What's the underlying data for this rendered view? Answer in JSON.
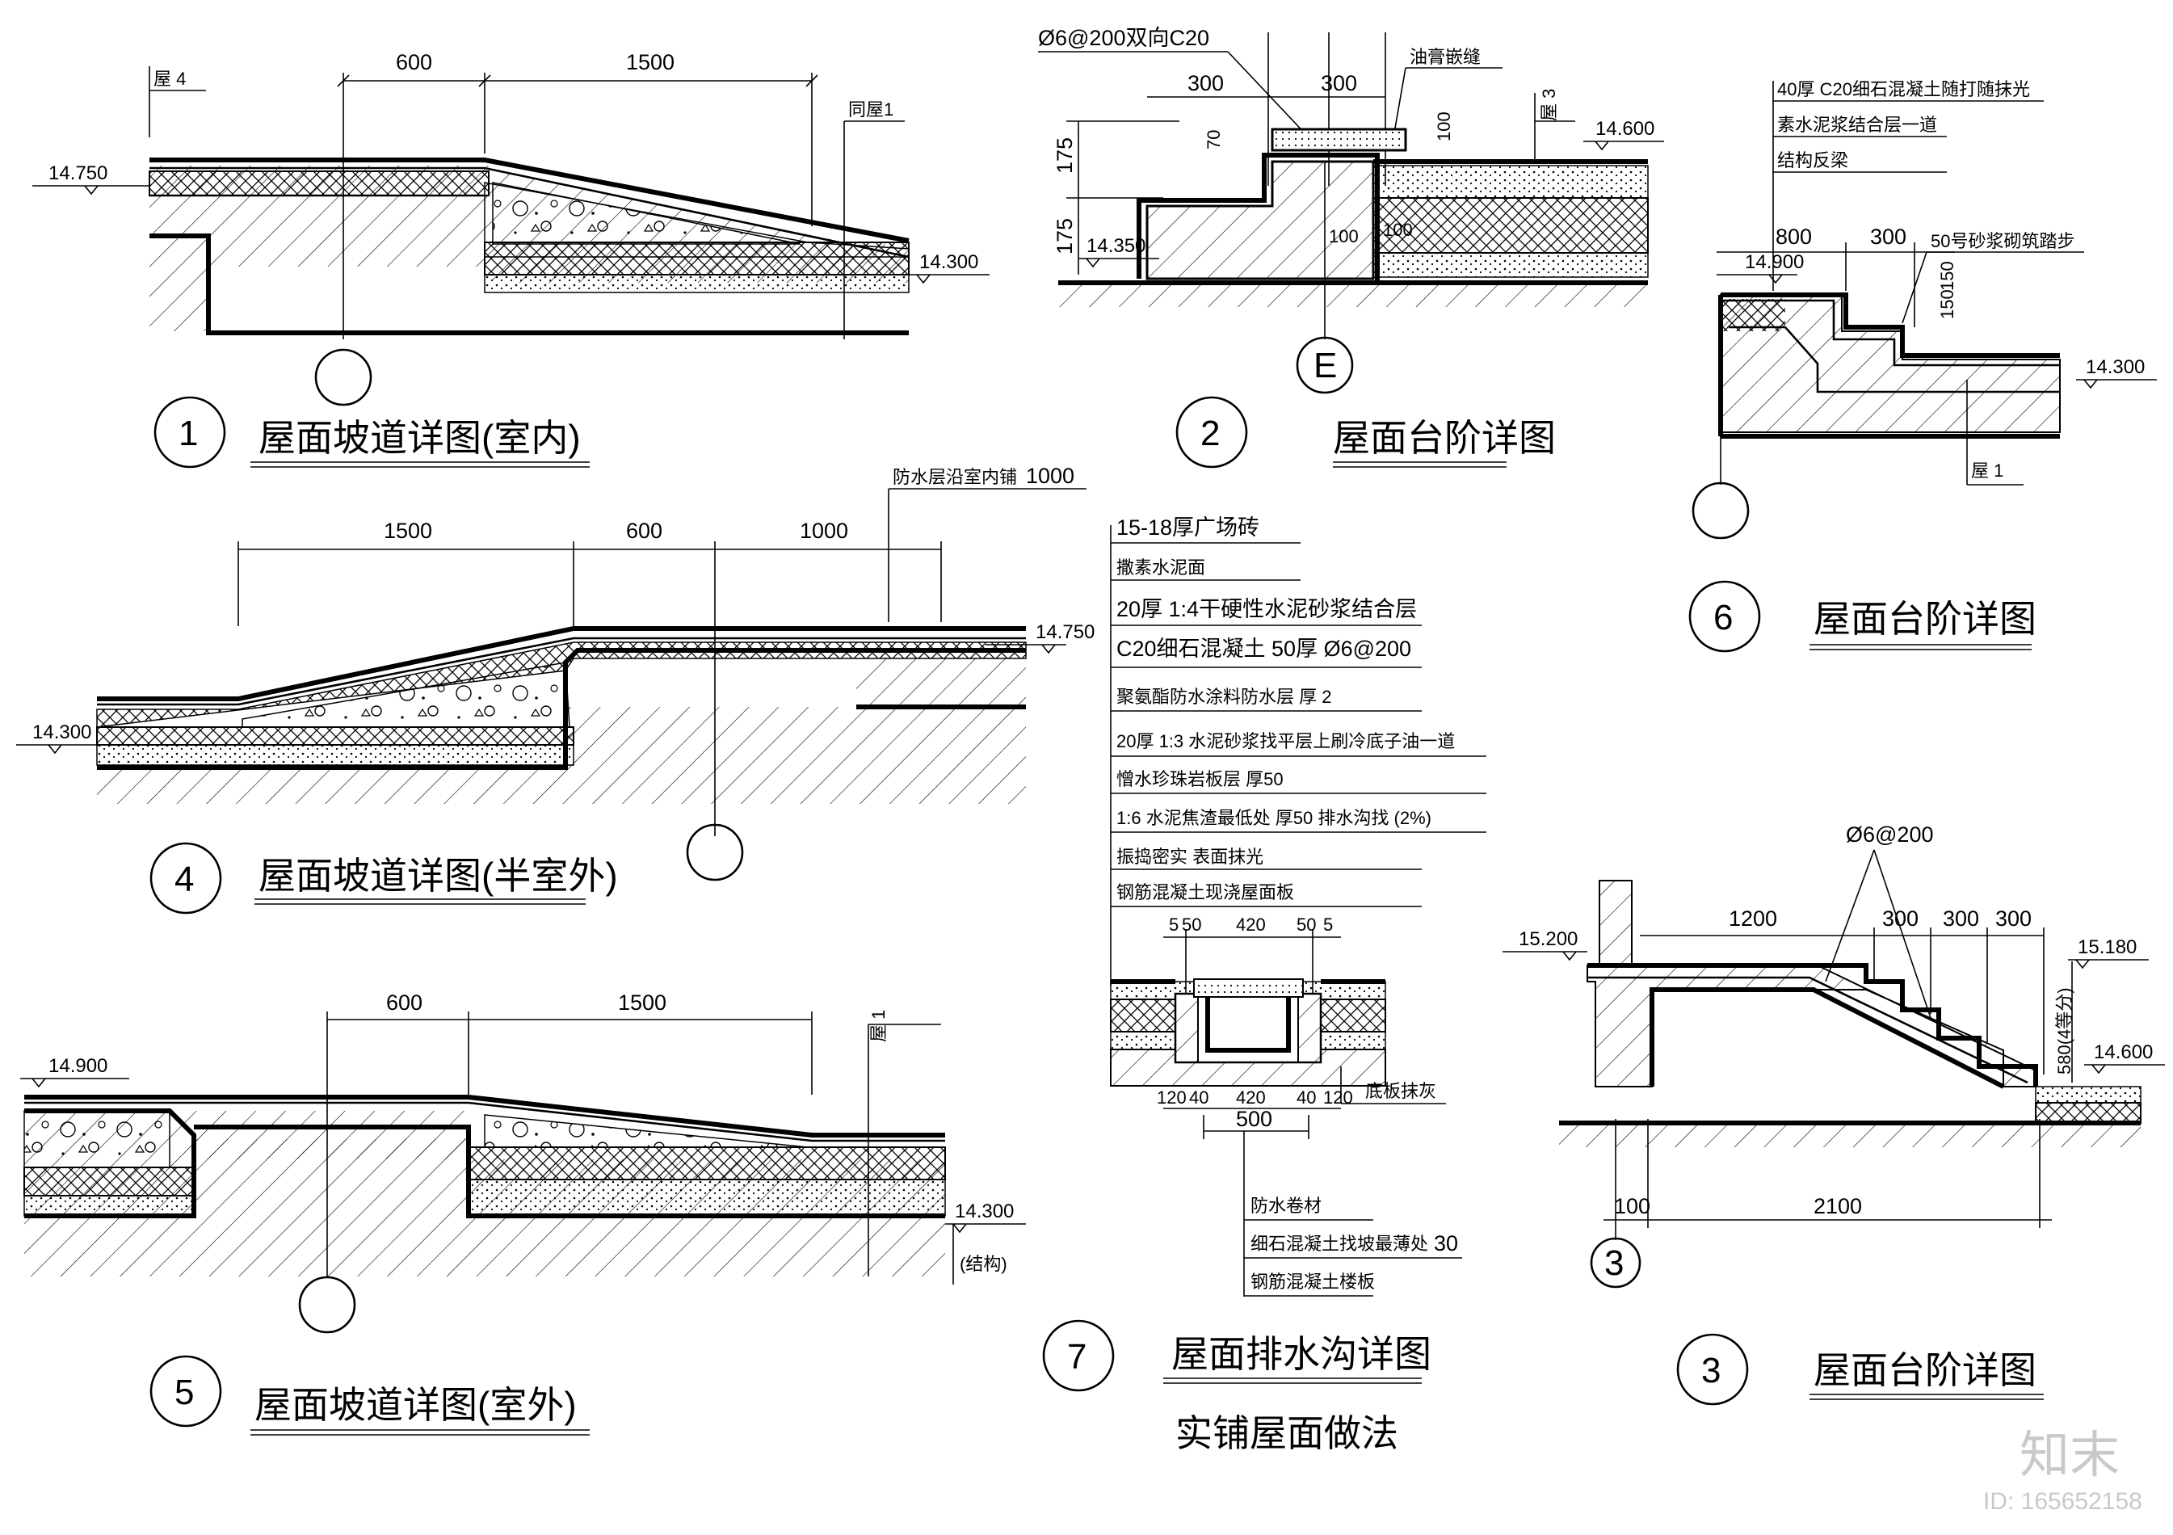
{
  "details": {
    "d1": {
      "num": "1",
      "title": "屋面坡道详图(室内)",
      "dims": [
        "600",
        "1500"
      ],
      "level_hi": "14.750",
      "level_lo": "14.300",
      "tag_left": "屋 4",
      "tag_right": "同屋1"
    },
    "d2": {
      "num": "2",
      "title": "屋面台阶详图",
      "rebar": "Ø6@200双向C20",
      "seal": "油膏嵌缝",
      "dims": [
        "300",
        "300",
        "70",
        "100",
        "175",
        "175",
        "100",
        "100"
      ],
      "level_hi": "14.600",
      "level_lo": "14.350",
      "tag_right": "屋 3",
      "axis": "E"
    },
    "d6": {
      "num": "6",
      "title": "屋面台阶详图",
      "notes": [
        "40厚 C20细石混凝土随打随抹光",
        "素水泥浆结合层一道",
        "结构反梁"
      ],
      "dims": [
        "800",
        "300",
        "150",
        "150"
      ],
      "step_note": "50号砂浆砌筑踏步",
      "level_hi": "14.900",
      "level_lo": "14.300",
      "tag_bottom": "屋 1"
    },
    "d4": {
      "num": "4",
      "title": "屋面坡道详图(半室外)",
      "top_note": "防水层沿室内铺",
      "top_dim": "1000",
      "dims": [
        "1500",
        "600",
        "1000"
      ],
      "level_hi": "14.750",
      "level_lo": "14.300"
    },
    "d5": {
      "num": "5",
      "title": "屋面坡道详图(室外)",
      "dims": [
        "600",
        "1500"
      ],
      "level_hi": "14.900",
      "level_lo": "14.300",
      "tag_right": "屋 1",
      "struct": "(结构)"
    },
    "d7": {
      "num": "7",
      "title": "屋面排水沟详图",
      "subtitle": "实铺屋面做法",
      "layers": [
        "15-18厚广场砖",
        "撒素水泥面",
        "20厚 1:4干硬性水泥砂浆结合层",
        "C20细石混凝土 50厚 Ø6@200",
        "聚氨酯防水涂料防水层 厚 2",
        "20厚 1:3 水泥砂浆找平层上刷冷底子油一道",
        "憎水珍珠岩板层 厚50",
        "1:6 水泥焦渣最低处 厚50 排水沟找 (2%)",
        "振捣密实 表面抹光",
        "钢筋混凝土现浇屋面板"
      ],
      "gutter_top_dims": [
        "5",
        "50",
        "420",
        "50",
        "5"
      ],
      "gutter_bot_dims": [
        "120",
        "40",
        "420",
        "40",
        "120"
      ],
      "gutter_width": "500",
      "gutter_right_note": "底板抹灰",
      "gutter_notes": [
        "防水卷材",
        "细石混凝土找坡最薄处",
        "钢筋混凝土楼板"
      ],
      "gutter_note_value": "30"
    },
    "d3": {
      "num": "3",
      "title": "屋面台阶详图",
      "rebar": "Ø6@200",
      "dims": [
        "1200",
        "300",
        "300",
        "300"
      ],
      "span": "2100",
      "edge": "100",
      "rise": "580(4等分)",
      "level_hi": "15.200",
      "level_mid": "15.180",
      "level_lo": "14.600",
      "axis": "3"
    }
  },
  "watermark": {
    "brand": "知末",
    "id": "ID: 165652158"
  }
}
